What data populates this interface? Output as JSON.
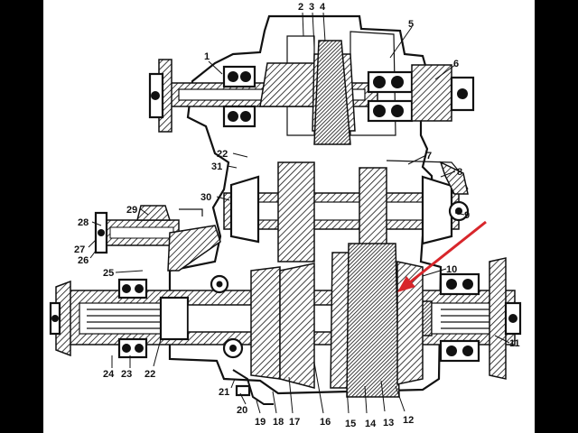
{
  "diagram": {
    "labels": [
      {
        "id": "1",
        "text": "1"
      },
      {
        "id": "2",
        "text": "2"
      },
      {
        "id": "3",
        "text": "3"
      },
      {
        "id": "4",
        "text": "4"
      },
      {
        "id": "5",
        "text": "5"
      },
      {
        "id": "6",
        "text": "6"
      },
      {
        "id": "7",
        "text": "7"
      },
      {
        "id": "8",
        "text": "8"
      },
      {
        "id": "9",
        "text": "9"
      },
      {
        "id": "10",
        "text": "10"
      },
      {
        "id": "11",
        "text": "11"
      },
      {
        "id": "12",
        "text": "12"
      },
      {
        "id": "13",
        "text": "13"
      },
      {
        "id": "14",
        "text": "14"
      },
      {
        "id": "15",
        "text": "15"
      },
      {
        "id": "16",
        "text": "16"
      },
      {
        "id": "17",
        "text": "17"
      },
      {
        "id": "18",
        "text": "18"
      },
      {
        "id": "19",
        "text": "19"
      },
      {
        "id": "20",
        "text": "20"
      },
      {
        "id": "21",
        "text": "21"
      },
      {
        "id": "22a",
        "text": "22"
      },
      {
        "id": "22b",
        "text": "22"
      },
      {
        "id": "23",
        "text": "23"
      },
      {
        "id": "24",
        "text": "24"
      },
      {
        "id": "25",
        "text": "25"
      },
      {
        "id": "26",
        "text": "26"
      },
      {
        "id": "27",
        "text": "27"
      },
      {
        "id": "28",
        "text": "28"
      },
      {
        "id": "29",
        "text": "29"
      },
      {
        "id": "30",
        "text": "30"
      },
      {
        "id": "31",
        "text": "31"
      }
    ],
    "pointer_color": "#d8262b",
    "line_color": "#111111",
    "background_color": "#ffffff",
    "frame_color": "#000000"
  }
}
